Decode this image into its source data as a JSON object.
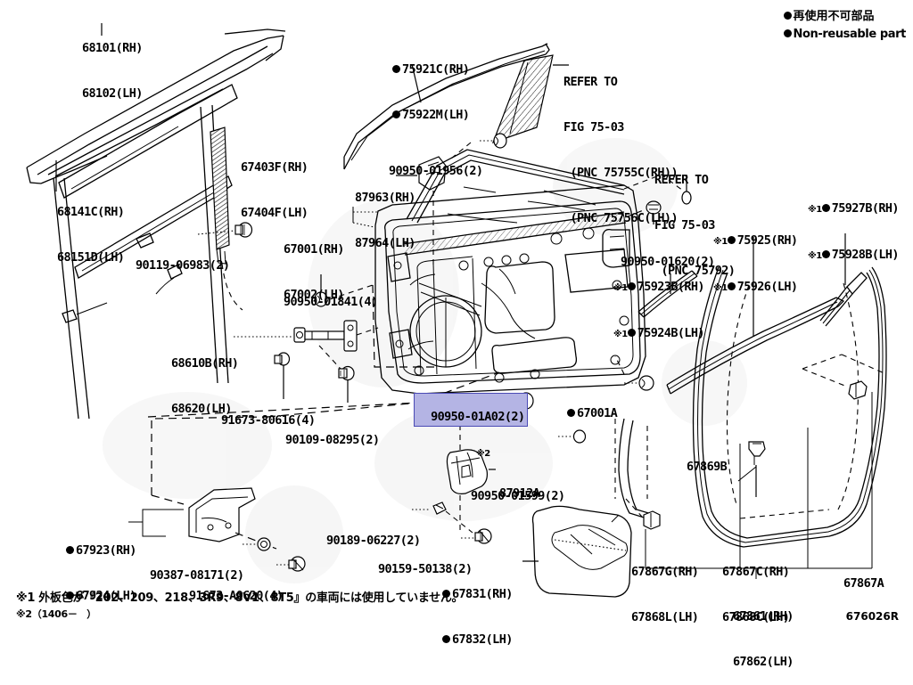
{
  "document": {
    "id": "676026R",
    "type": "toyota-parts-catalog-illustration"
  },
  "legend": {
    "jp": "再使用不可部品",
    "en": "Non-reusable part",
    "marker": "filled-circle"
  },
  "footnotes": [
    "※1 外板色が『202、209、218、3R9、8V1、8T5』の車両には使用していません。",
    "※2（1406－　）"
  ],
  "highlighted_part": "90950-01A02(2)",
  "callouts": [
    {
      "id": "c01",
      "lines": [
        "68101(RH)",
        "68102(LH)"
      ],
      "dot": false,
      "note": ""
    },
    {
      "id": "c02",
      "lines": [
        "68141C(RH)",
        "68151D(LH)"
      ],
      "dot": false,
      "note": ""
    },
    {
      "id": "c03",
      "lines": [
        "67403F(RH)",
        "67404F(LH)"
      ],
      "dot": false,
      "note": ""
    },
    {
      "id": "c04",
      "lines": [
        "90119-06983(2)"
      ],
      "dot": false,
      "note": ""
    },
    {
      "id": "c05",
      "lines": [
        "75921C(RH)",
        "75922M(LH)"
      ],
      "dot": true,
      "note": ""
    },
    {
      "id": "c06",
      "lines": [
        "REFER TO",
        "FIG 75-03",
        " (PNC 75755C(RH))",
        " (PNC 75756C(LH))"
      ],
      "dot": false,
      "note": ""
    },
    {
      "id": "c07",
      "lines": [
        "90950-01956(2)"
      ],
      "dot": false,
      "note": ""
    },
    {
      "id": "c08",
      "lines": [
        "87963(RH)",
        "87964(LH)"
      ],
      "dot": false,
      "note": ""
    },
    {
      "id": "c09",
      "lines": [
        "67001(RH)",
        "67002(LH)"
      ],
      "dot": false,
      "note": ""
    },
    {
      "id": "c10",
      "lines": [
        "90950-01841(4)"
      ],
      "dot": false,
      "note": ""
    },
    {
      "id": "c11",
      "lines": [
        "68610B(RH)",
        "68620(LH)"
      ],
      "dot": false,
      "note": ""
    },
    {
      "id": "c12",
      "lines": [
        "91673-80616(4)"
      ],
      "dot": false,
      "note": ""
    },
    {
      "id": "c13",
      "lines": [
        "90109-08295(2)"
      ],
      "dot": false,
      "note": ""
    },
    {
      "id": "c14",
      "lines": [
        "REFER TO",
        "FIG 75-03",
        " (PNC 75792)"
      ],
      "dot": false,
      "note": ""
    },
    {
      "id": "c15",
      "lines": [
        "90950-01620(2)"
      ],
      "dot": false,
      "note": ""
    },
    {
      "id": "c16",
      "lines": [
        "75923B(RH)",
        "75924B(LH)"
      ],
      "dot": true,
      "note": "※1"
    },
    {
      "id": "c17",
      "lines": [
        "75925(RH)",
        "75926(LH)"
      ],
      "dot": true,
      "note": "※1"
    },
    {
      "id": "c18",
      "lines": [
        "75927B(RH)",
        "75928B(LH)"
      ],
      "dot": true,
      "note": "※1"
    },
    {
      "id": "c19",
      "lines": [
        "67001A"
      ],
      "dot": true,
      "note": ""
    },
    {
      "id": "c20",
      "lines": [
        "90950-01A02(2)"
      ],
      "dot": false,
      "note": "",
      "highlighted": true
    },
    {
      "id": "c21",
      "lines": [
        "90950-01599(2)"
      ],
      "dot": false,
      "note": "※2"
    },
    {
      "id": "c22",
      "lines": [
        "87912A"
      ],
      "dot": false,
      "note": ""
    },
    {
      "id": "c23",
      "lines": [
        "67923(RH)",
        "67924(LH)"
      ],
      "dot": true,
      "note": ""
    },
    {
      "id": "c24",
      "lines": [
        "90387-08171(2)"
      ],
      "dot": false,
      "note": ""
    },
    {
      "id": "c25",
      "lines": [
        "91673-A0620(4)"
      ],
      "dot": false,
      "note": ""
    },
    {
      "id": "c26",
      "lines": [
        "90189-06227(2)"
      ],
      "dot": false,
      "note": ""
    },
    {
      "id": "c27",
      "lines": [
        "90159-50138(2)"
      ],
      "dot": false,
      "note": ""
    },
    {
      "id": "c28",
      "lines": [
        "67831(RH)",
        "67832(LH)"
      ],
      "dot": true,
      "note": ""
    },
    {
      "id": "c29",
      "lines": [
        "67869B"
      ],
      "dot": false,
      "note": ""
    },
    {
      "id": "c30",
      "lines": [
        "67867G(RH)",
        "67868L(LH)"
      ],
      "dot": false,
      "note": ""
    },
    {
      "id": "c31",
      "lines": [
        "67867C(RH)",
        "67868C(LH)"
      ],
      "dot": false,
      "note": ""
    },
    {
      "id": "c32",
      "lines": [
        "67867A"
      ],
      "dot": false,
      "note": ""
    },
    {
      "id": "c33",
      "lines": [
        "67861(RH)",
        "67862(LH)"
      ],
      "dot": false,
      "note": ""
    }
  ]
}
